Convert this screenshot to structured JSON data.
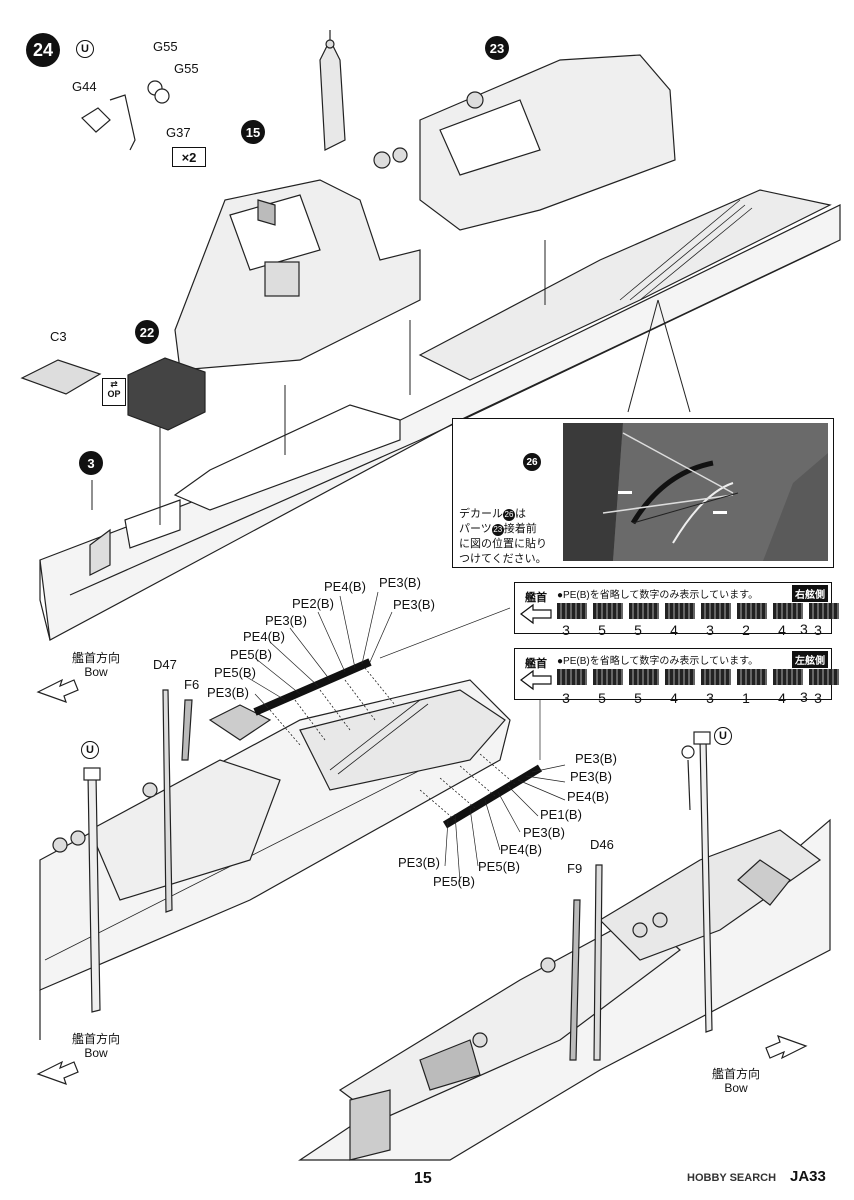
{
  "step": {
    "number": "24",
    "symbol_u": "U",
    "callout_15": "15",
    "callout_23": "23",
    "callout_22": "22",
    "callout_3": "3"
  },
  "parts_subassembly": {
    "labels": [
      "G55",
      "G55",
      "G44",
      "G37"
    ],
    "multiplier": "×2"
  },
  "grating_parts": {
    "c3_label": "C3",
    "op_icon_text": "OP"
  },
  "decal_note": {
    "decal_number": "26",
    "text_line1_a": "デカール",
    "text_line1_b": "は",
    "text_line2_a": "パーツ",
    "text_line2_b": "接着前",
    "text_line3": "に図の位置に貼り",
    "text_line4": "つけてください。"
  },
  "pe_left_labels": [
    "PE4(B)",
    "PE3(B)",
    "PE2(B)",
    "PE3(B)",
    "PE3(B)",
    "PE4(B)",
    "PE5(B)",
    "PE5(B)",
    "PE3(B)"
  ],
  "pe_right_labels": [
    "PE3(B)",
    "PE3(B)",
    "PE4(B)",
    "PE1(B)",
    "PE3(B)",
    "PE4(B)",
    "PE5(B)",
    "PE3(B)",
    "PE5(B)"
  ],
  "pe_box_starboard": {
    "bow_label": "艦首",
    "note": "●PE(B)を省略して数字のみ表示しています。",
    "side": "右舷側",
    "numbers": [
      "3",
      "5",
      "5",
      "4",
      "3",
      "2",
      "4",
      "3",
      "3"
    ]
  },
  "pe_box_port": {
    "bow_label": "艦首",
    "note": "●PE(B)を省略して数字のみ表示しています。",
    "side": "左舷側",
    "numbers": [
      "3",
      "5",
      "5",
      "4",
      "3",
      "1",
      "4",
      "3",
      "3"
    ]
  },
  "mast_parts": {
    "d47": "D47",
    "f6": "F6",
    "d46": "D46",
    "f9": "F9"
  },
  "bow_direction": {
    "jp": "艦首方向",
    "en": "Bow"
  },
  "footer": {
    "page_number": "15",
    "brand": "HOBBY SEARCH",
    "code": "JA33"
  }
}
